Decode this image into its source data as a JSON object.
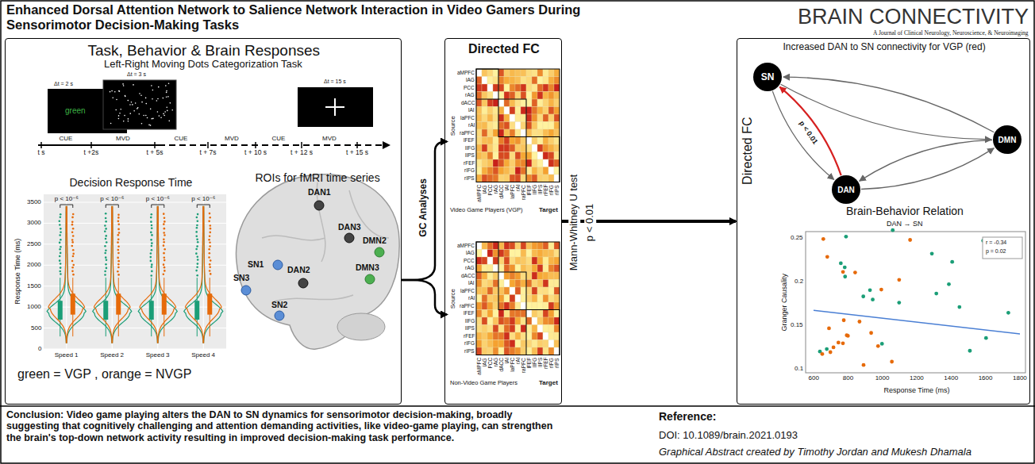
{
  "diagram": {
    "title": "Enhanced Dorsal Attention Network to Salience Network Interaction in Video Gamers During Sensorimotor Decision-Making Tasks",
    "caption": "Conclusion: Video game playing alters the DAN to SN dynamics for sensorimotor decision-making, broadly suggesting that cognitively challenging and attention demanding activities, like video-game playing, can strengthen the brain's top-down network activity resulting in improved decision-making task performance.",
    "nodes": [
      {
        "text": [
          "Task, Behavior & Brain Responses"
        ]
      },
      {
        "text": [
          "Directed FC"
        ]
      },
      {
        "text": [
          "Video Game Players (VGP)"
        ],
        "in": 1
      },
      {
        "text": [
          "Non-Video Game Players"
        ],
        "in": 1
      },
      {
        "text": [
          "Increased DAN to SN connectivity for VGP (red)"
        ]
      },
      {
        "text": [
          "SN"
        ],
        "in": 4
      },
      {
        "text": [
          "DMN"
        ],
        "in": 4
      },
      {
        "text": [
          "DAN"
        ],
        "in": 4
      }
    ],
    "edges": [
      {
        "from": 0,
        "to": 2,
        "arrow": "to"
      },
      {
        "from": 0,
        "to": 3,
        "arrow": "to"
      },
      {
        "from": 1,
        "to": 4,
        "arrow": "to"
      },
      {
        "from": 5,
        "to": 6,
        "arrow": "to"
      },
      {
        "from": 6,
        "to": 5,
        "arrow": "to"
      },
      {
        "from": 6,
        "to": 7,
        "arrow": "to"
      },
      {
        "from": 7,
        "to": 6,
        "arrow": "to"
      },
      {
        "from": 5,
        "to": 7,
        "arrow": "to"
      },
      {
        "from": 7,
        "to": 5,
        "arrow": "to",
        "label": "p < 0.01"
      }
    ],
    "labels": [
      "BRAIN CONNECTIVITY",
      "A Journal of Clinical Neurology, Neuroscience, & Neuroimaging",
      "Left-Right Moving Dots Categorization Task",
      "Δt = 2 s",
      "Δt = 3 s",
      "green",
      "Δt = 15 s",
      "t s",
      "CUE",
      "t +2s",
      "MVD",
      "t + 5s",
      "CUE",
      "t + 7s",
      "MVD",
      "CUE",
      "t + 10 s",
      "MVD",
      "t + 12 s",
      "t + 15 s",
      "Decision Response Time",
      "Response Time (ms)",
      "3500",
      "3000",
      "2500",
      "2000",
      "1500",
      "1000",
      "500",
      "0",
      "p < 10⁻⁶",
      "p < 10⁻⁶",
      "p < 10⁻⁶",
      "p < 10⁻⁶",
      "Speed 1",
      "Speed 2",
      "Speed 3",
      "Speed 4",
      "green = VGP , orange = NVGP",
      "ROIs for fMRI time series",
      "SN1",
      "SN3",
      "SN2",
      "DAN1",
      "DAN2",
      "DAN3",
      "DMN2",
      "DMN3",
      "GC Analyses",
      "Mann-Whitney U test",
      "p < 0.01",
      "Source",
      "Target",
      "aMPFC",
      "lAG",
      "PCC",
      "rAG",
      "dACC",
      "lAI",
      "laPFC",
      "rAI",
      "raPFC",
      "lFEF",
      "lIFG",
      "lIPS",
      "rFEF",
      "rIFG",
      "rIPS",
      "aMPFC",
      "lAG",
      "PCC",
      "rAG",
      "dACC",
      "lAI",
      "laPFC",
      "rAI",
      "raPFC",
      "lFEF",
      "lIFG",
      "lIPS",
      "rFEF",
      "rIFG",
      "rIPS",
      "Source",
      "Target",
      "aMPFC",
      "lAG",
      "PCC",
      "rAG",
      "dACC",
      "lAI",
      "laPFC",
      "rAI",
      "raPFC",
      "lFEF",
      "lIFG",
      "lIPS",
      "rFEF",
      "rIFG",
      "rIPS",
      "aMPFC",
      "lAG",
      "PCC",
      "rAG",
      "dACC",
      "lAI",
      "laPFC",
      "rAI",
      "raPFC",
      "lFEF",
      "lIFG",
      "lIPS",
      "rFEF",
      "rIFG",
      "rIPS",
      "Brain-Behavior Relation",
      "DAN → SN",
      "Granger Causality",
      "Response Time (ms)",
      "0.25",
      "0.2",
      "0.15",
      "0.1",
      "600",
      "800",
      "1000",
      "1200",
      "1400",
      "1600",
      "1800",
      "r = -0.34",
      "p = 0.02",
      "Directed FC",
      "Reference:",
      "DOI: 10.1089/brain.2021.0193",
      "Graphical Abstract created by Timothy Jordan and Mukesh Dhamala"
    ]
  }
}
